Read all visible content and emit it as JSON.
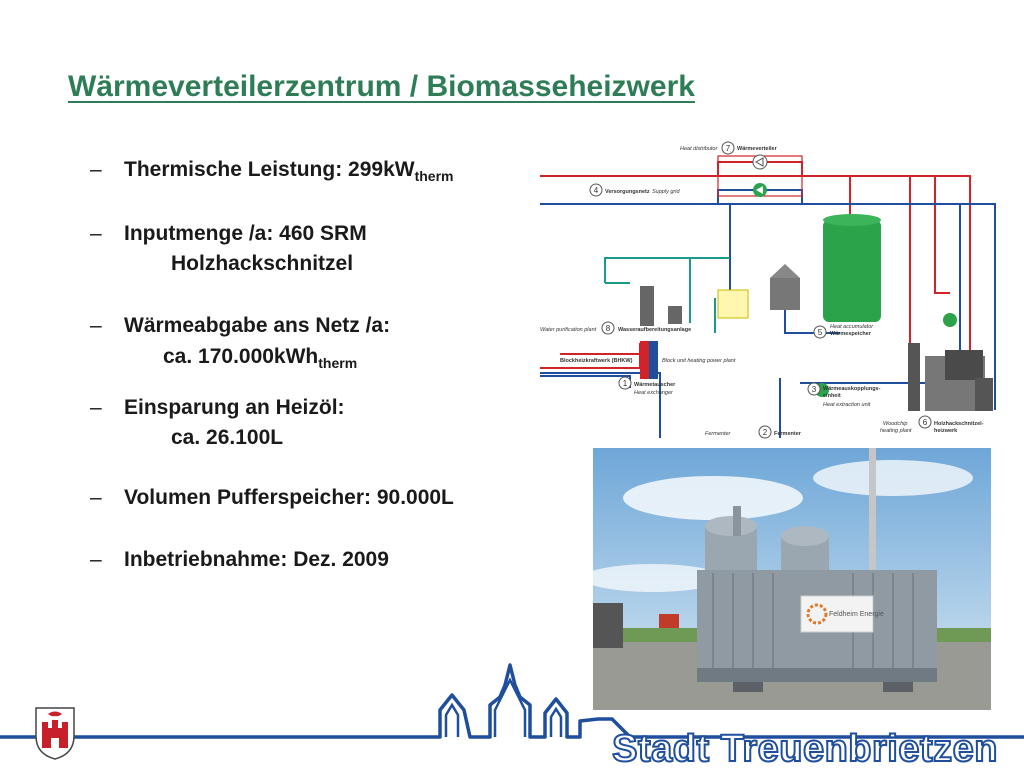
{
  "title": "Wärmeverteilerzentrum / Biomasseheizwerk",
  "bullets": [
    {
      "text": "Thermische Leistung: 299kW",
      "sub": "therm",
      "cont": "",
      "cont_sub": ""
    },
    {
      "text": "Inputmenge /a: 460 SRM",
      "sub": "",
      "cont": "Holzhackschnitzel",
      "cont_sub": ""
    },
    {
      "text": "Wärmeabgabe ans Netz /a:",
      "sub": "",
      "cont": "ca. 170.000kWh",
      "cont_sub": "therm"
    },
    {
      "text": "Einsparung an Heizöl:",
      "sub": "",
      "cont": "ca. 26.100L",
      "cont_sub": ""
    },
    {
      "text": "Volumen Pufferspeicher: 90.000L",
      "sub": "",
      "cont": "",
      "cont_sub": ""
    },
    {
      "text": "Inbetriebnahme: Dez. 2009",
      "sub": "",
      "cont": "",
      "cont_sub": ""
    }
  ],
  "bullet_dash": "–",
  "diagram": {
    "labels": {
      "n7_en": "Heat distributor",
      "n7_de": "Wärmeverteiler",
      "n4_de": "Versorgungsnetz",
      "n4_en": "Supply grid",
      "n8_en": "Water purification plant",
      "n8_de": "Wasseraufbereitungsanlage",
      "bhkw_de": "Blockheizkraftwerk (BHKW)",
      "bhkw_en": "Block unit heating power plant",
      "n1_de": "Wärmetauscher",
      "n1_en": "Heat exchanger",
      "n2_en": "Fermenter",
      "n2_de": "Fermenter",
      "n3_de": "Wärmeauskopplungs-",
      "n3_de2": "einheit",
      "n3_en": "Heat extraction unit",
      "n5_en": "Heat accumulator",
      "n5_de": "Wärmespeicher",
      "n6_en": "Woodchip",
      "n6_en2": "heating plant",
      "n6_de": "Holzhackschnitzel-",
      "n6_de2": "heizwerk"
    },
    "numbers": [
      "7",
      "4",
      "8",
      "1",
      "2",
      "3",
      "5",
      "6"
    ]
  },
  "photo": {
    "sign_text": "Feldheim Energie"
  },
  "footer": {
    "town": "Stadt Treuenbrietzen"
  },
  "colors": {
    "title": "#2f7d57",
    "footer_blue": "#1f4e9c",
    "pipe_red": "#d2232a",
    "pipe_blue": "#1f4e9c",
    "tank_green": "#2aa34a"
  }
}
